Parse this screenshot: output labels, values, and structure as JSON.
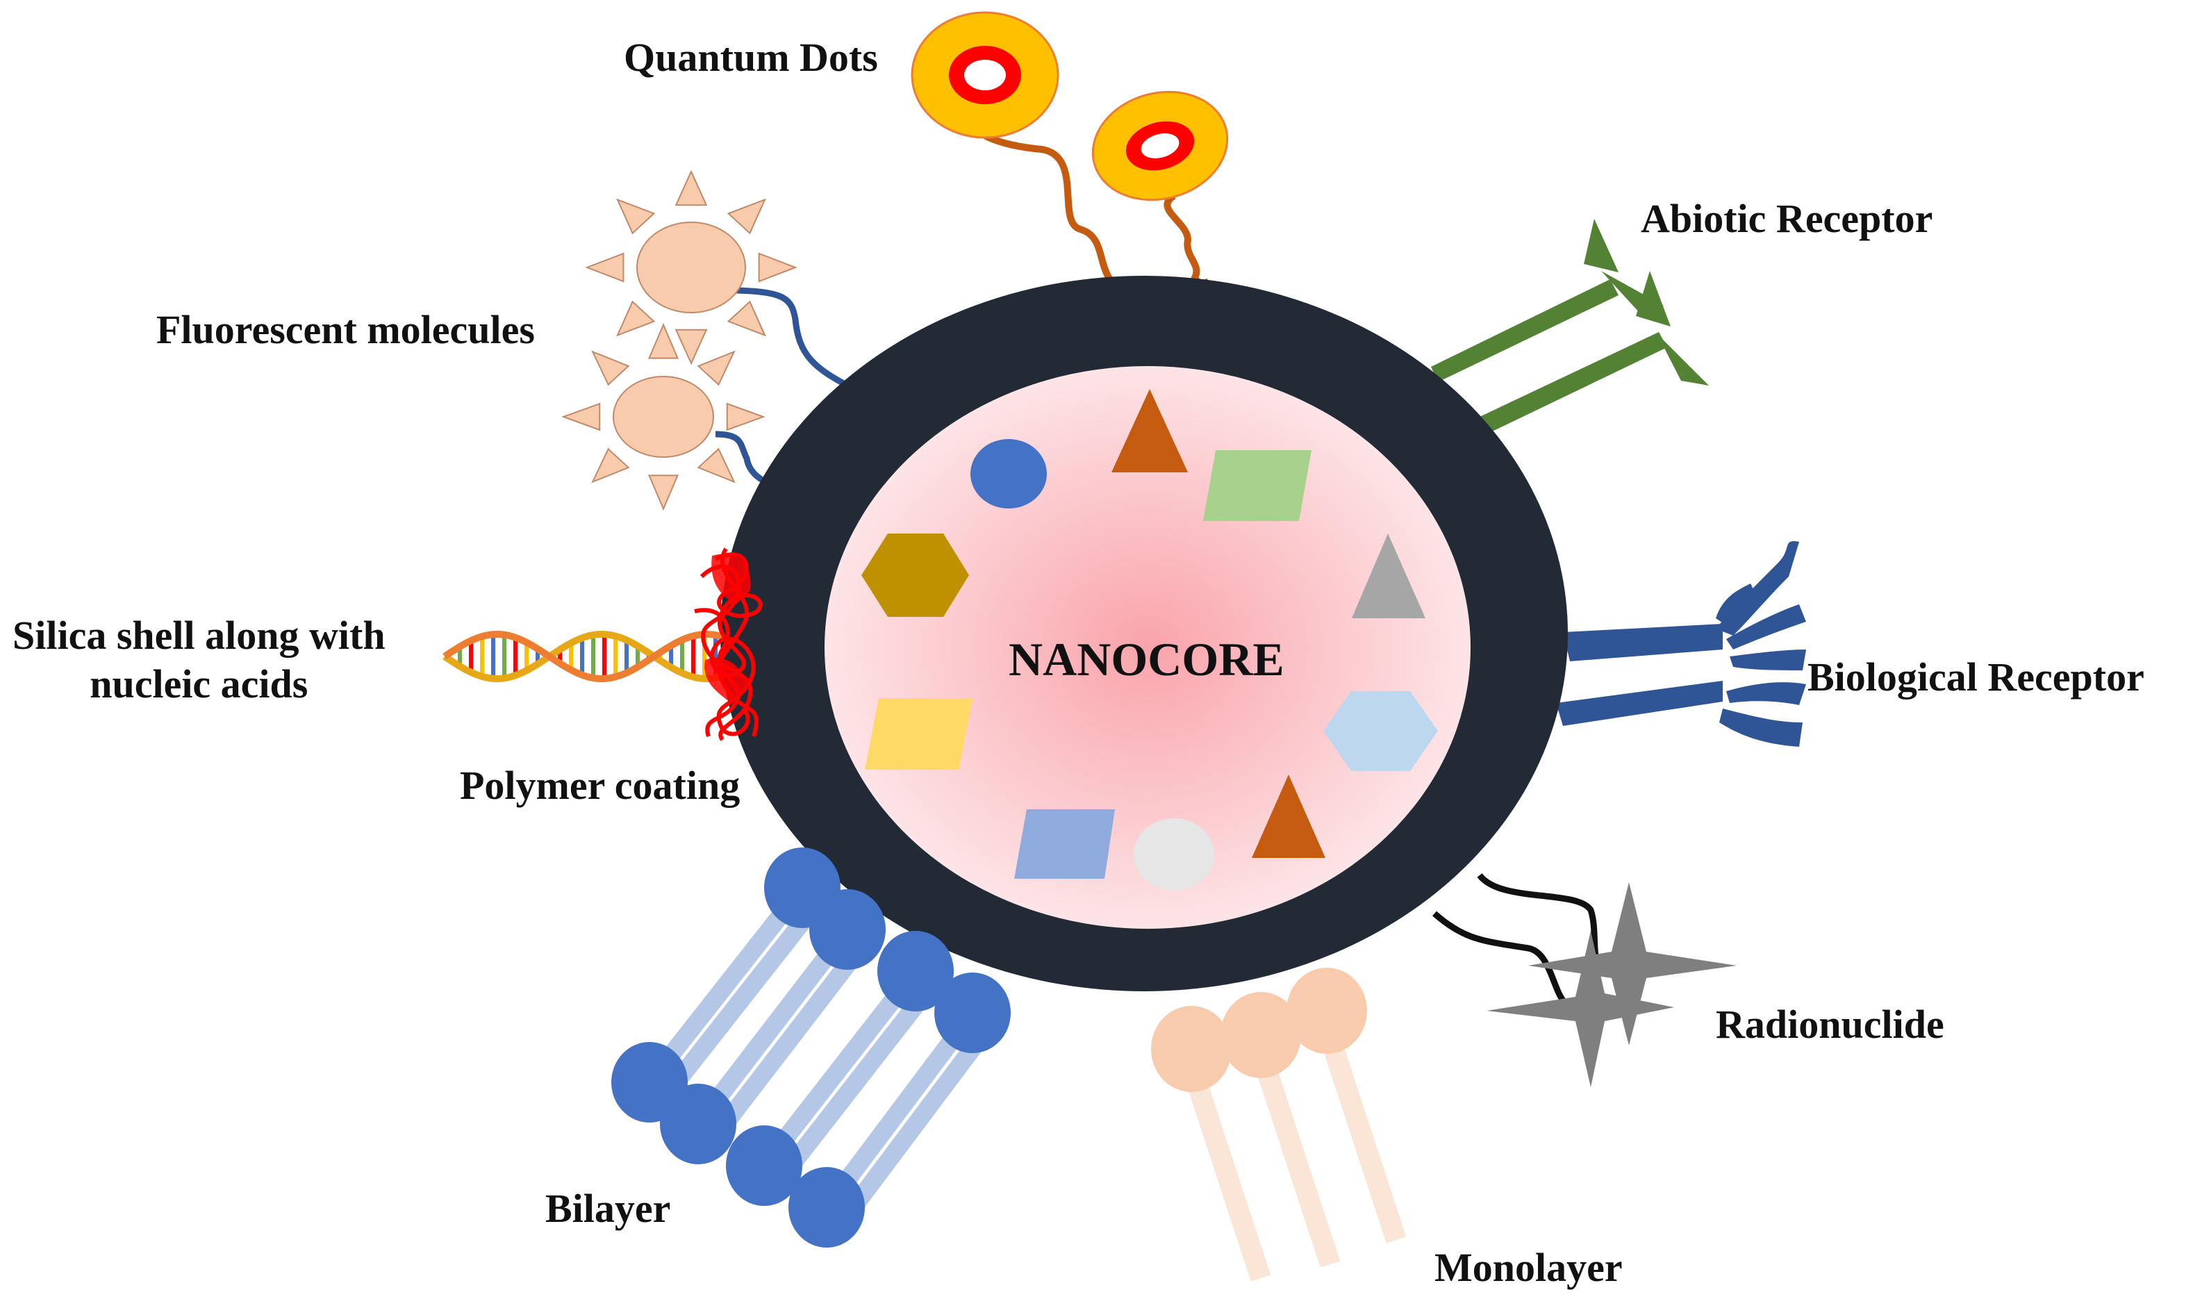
{
  "diagram": {
    "core_label": "NANOCORE",
    "labels": {
      "quantum_dots": "Quantum Dots",
      "fluorescent_molecules": "Fluorescent molecules",
      "abiotic_receptor": "Abiotic Receptor",
      "silica_shell_line1": "Silica shell along with",
      "silica_shell_line2": "nucleic acids",
      "polymer_coating": "Polymer coating",
      "biological_receptor": "Biological Receptor",
      "radionuclide": "Radionuclide",
      "bilayer": "Bilayer",
      "monolayer": "Monolayer"
    },
    "colors": {
      "shell": "#222a35",
      "core_center": "#f9a4ab",
      "core_edge": "#fde4e6",
      "quantum_dot_outer": "#ffc000",
      "quantum_dot_ring": "#ff0000",
      "linker_orange": "#c55a11",
      "linker_blue": "#2f5597",
      "fluorophore": "#f8cbad",
      "abiotic_receptor": "#548235",
      "biological_receptor": "#2f5597",
      "radionuclide": "#7f7f7f",
      "bilayer_head": "#4472c4",
      "bilayer_tail": "#b4c7e7",
      "monolayer_head": "#f8cbad",
      "monolayer_tail": "#fbe5d6",
      "dna_strand": "#e6a817",
      "polymer_coating": "#ff0000"
    },
    "core_shapes": [
      {
        "shape": "circle",
        "color": "#4472c4"
      },
      {
        "shape": "triangle",
        "color": "#c55a11"
      },
      {
        "shape": "parallelogram",
        "color": "#a9d18e"
      },
      {
        "shape": "hexagon",
        "color": "#bf9000"
      },
      {
        "shape": "triangle",
        "color": "#a6a6a6"
      },
      {
        "shape": "hexagon",
        "color": "#bdd7ee"
      },
      {
        "shape": "parallelogram",
        "color": "#ffd966"
      },
      {
        "shape": "parallelogram",
        "color": "#8faadc"
      },
      {
        "shape": "circle",
        "color": "#e7e6e6"
      },
      {
        "shape": "triangle",
        "color": "#c55a11"
      }
    ]
  }
}
